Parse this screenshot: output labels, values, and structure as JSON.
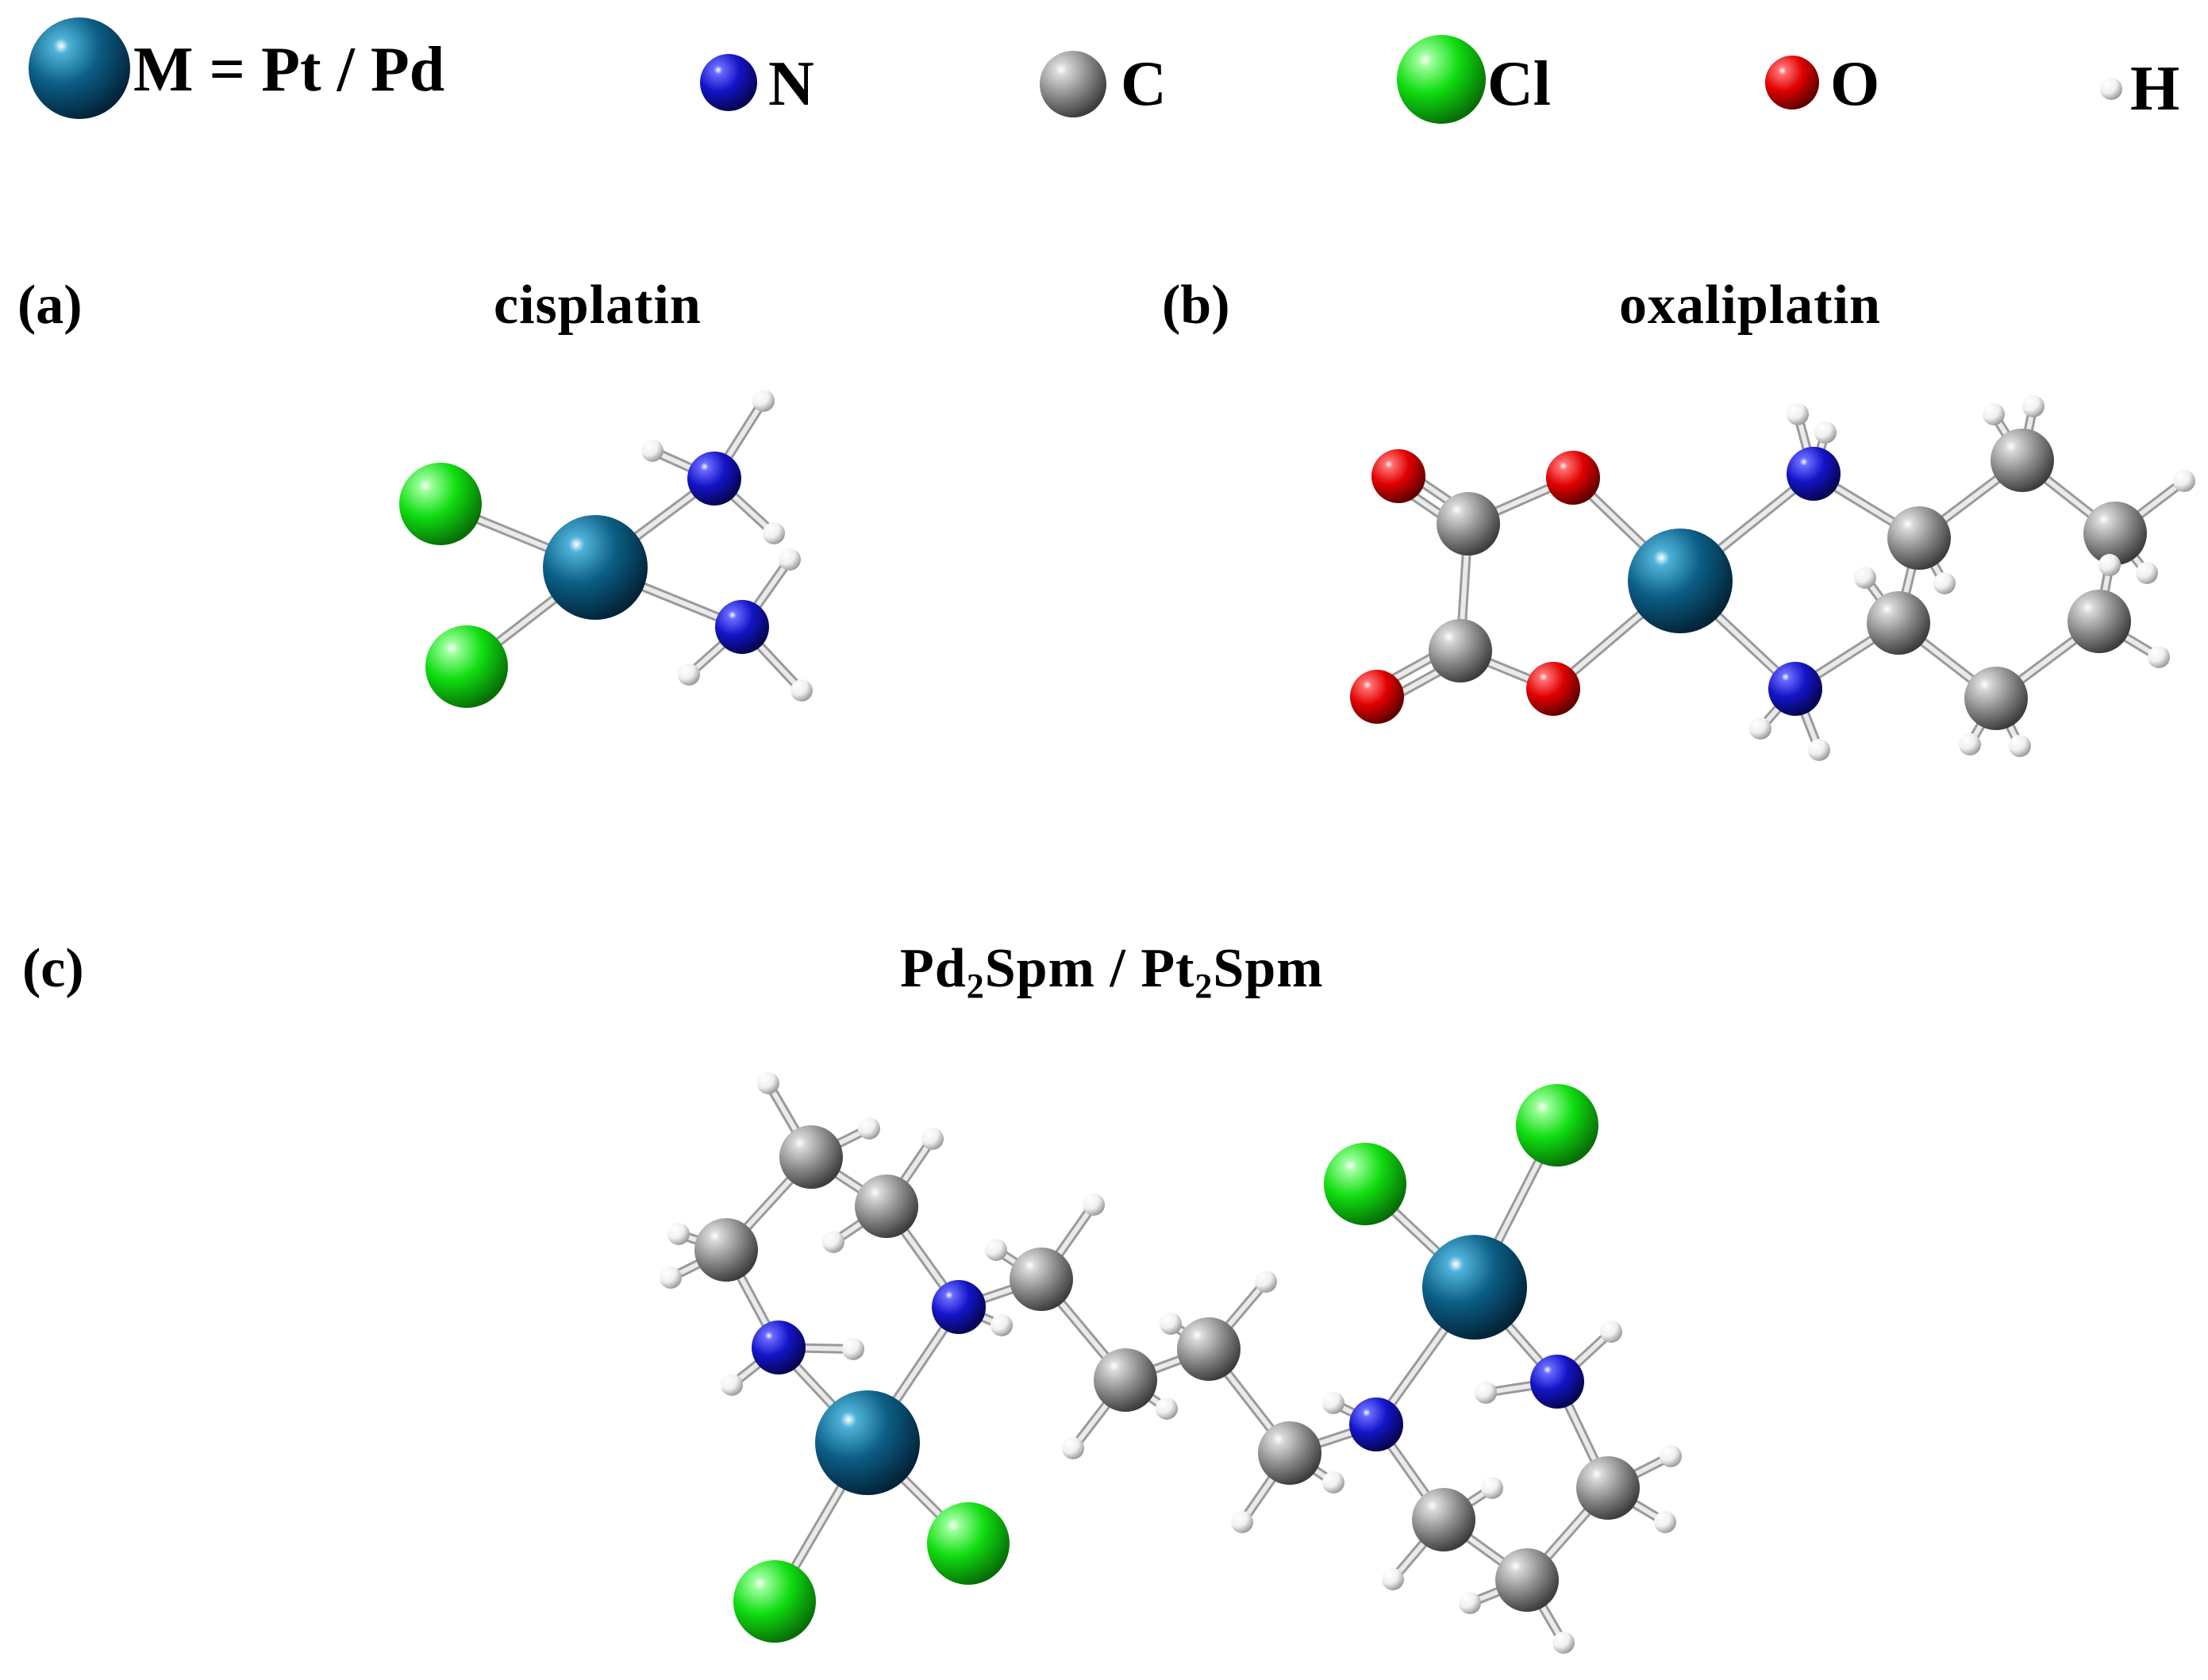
{
  "legend": {
    "metal": {
      "label": "M = Pt / Pd",
      "color": "#0b5e86"
    },
    "nitrogen": {
      "label": "N",
      "color": "#1414c8"
    },
    "carbon": {
      "label": "C",
      "color": "#8a8a8a"
    },
    "chlorine": {
      "label": "Cl",
      "color": "#10dd10"
    },
    "oxygen": {
      "label": "O",
      "color": "#e10000"
    },
    "hydrogen": {
      "label": "H",
      "color": "#eeeeee"
    }
  },
  "panels": [
    {
      "letter": "(a)",
      "title": "cisplatin"
    },
    {
      "letter": "(b)",
      "title": "oxaliplatin"
    },
    {
      "letter": "(c)",
      "title_parts": {
        "p1": "Pd",
        "s1": "2",
        "p2": "Spm / Pt",
        "s2": "2",
        "p3": "Spm"
      }
    }
  ]
}
